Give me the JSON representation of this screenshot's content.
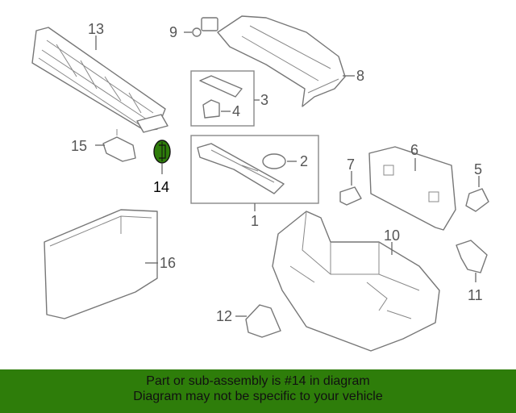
{
  "callouts": {
    "c1": "1",
    "c2": "2",
    "c3": "3",
    "c4": "4",
    "c5": "5",
    "c6": "6",
    "c7": "7",
    "c8": "8",
    "c9": "9",
    "c10": "10",
    "c11": "11",
    "c12": "12",
    "c13": "13",
    "c14": "14",
    "c15": "15",
    "c16": "16"
  },
  "highlight_color": "#2e7d0a",
  "banner": {
    "line1": "Part or sub-assembly is #14 in diagram",
    "line2": "Diagram may not be specific to your vehicle",
    "background": "#2e7d0a"
  }
}
